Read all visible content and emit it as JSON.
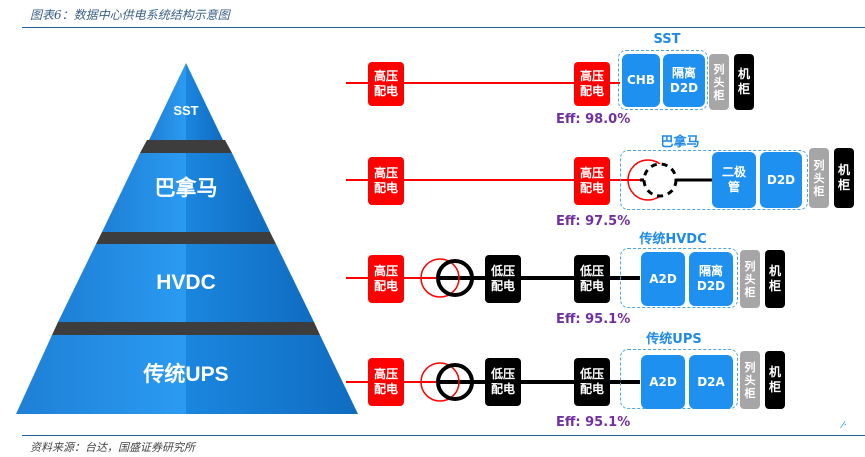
{
  "figure": {
    "title": "图表6：数据中心供电系统结构示意图",
    "source": "资料来源：台达，国盛证券研究所",
    "corner_mark": "⁄·"
  },
  "pyramid": {
    "levels": [
      "SST",
      "巴拿马",
      "HVDC",
      "传统UPS"
    ]
  },
  "rows": [
    {
      "section": "SST",
      "hv_left": "高压\n配电",
      "hv_right": "高压\n配电",
      "blocks": [
        "CHB",
        "隔离\nD2D"
      ],
      "column_head": "列\n头\n柜",
      "cabinet": "机\n柜",
      "efficiency": "Eff: 98.0%"
    },
    {
      "section": "巴拿马",
      "hv_left": "高压\n配电",
      "hv_right": "高压\n配电",
      "blocks": [
        "二极\n管",
        "D2D"
      ],
      "column_head": "列\n头\n柜",
      "cabinet": "机\n柜",
      "efficiency": "Eff: 97.5%"
    },
    {
      "section": "传统HVDC",
      "hv_left": "高压\n配电",
      "lv_left": "低压\n配电",
      "lv_right": "低压\n配电",
      "blocks": [
        "A2D",
        "隔离\nD2D"
      ],
      "column_head": "列\n头\n柜",
      "cabinet": "机\n柜",
      "efficiency": "Eff: 95.1%"
    },
    {
      "section": "传统UPS",
      "hv_left": "高压\n配电",
      "lv_left": "低压\n配电",
      "lv_right": "低压\n配电",
      "blocks": [
        "A2D",
        "D2A"
      ],
      "column_head": "列\n头\n柜",
      "cabinet": "机\n柜",
      "efficiency": "Eff: 95.1%"
    }
  ],
  "colors": {
    "red": "#ff0000",
    "blue": "#1e90ef",
    "black": "#000000",
    "gray": "#a6a6a6",
    "efficiency": "#7030a0",
    "section": "#1f8ae6"
  }
}
